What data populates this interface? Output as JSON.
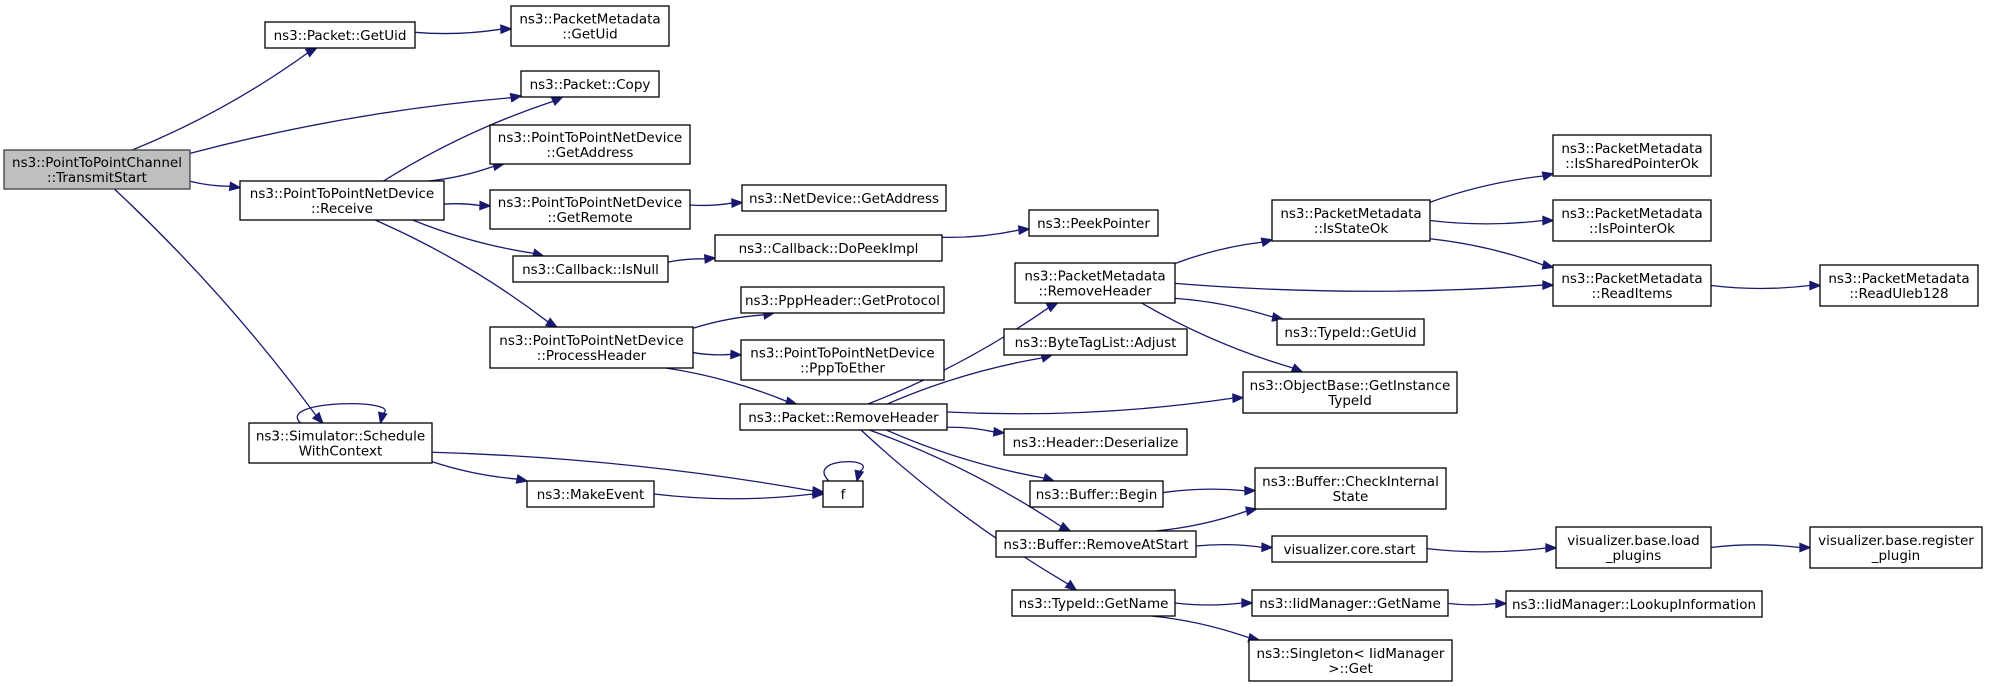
{
  "diagram": {
    "type": "call-graph",
    "nodes": [
      {
        "id": "transmit",
        "lines": [
          "ns3::PointToPointChannel",
          "::TransmitStart"
        ],
        "highlighted": true
      },
      {
        "id": "pkt_uid",
        "lines": [
          "ns3::Packet::GetUid"
        ]
      },
      {
        "id": "pm_uid",
        "lines": [
          "ns3::PacketMetadata",
          "::GetUid"
        ]
      },
      {
        "id": "pkt_copy",
        "lines": [
          "ns3::Packet::Copy"
        ]
      },
      {
        "id": "receive",
        "lines": [
          "ns3::PointToPointNetDevice",
          "::Receive"
        ]
      },
      {
        "id": "getaddr",
        "lines": [
          "ns3::PointToPointNetDevice",
          "::GetAddress"
        ]
      },
      {
        "id": "getremote",
        "lines": [
          "ns3::PointToPointNetDevice",
          "::GetRemote"
        ]
      },
      {
        "id": "nd_getaddr",
        "lines": [
          "ns3::NetDevice::GetAddress"
        ]
      },
      {
        "id": "isnull",
        "lines": [
          "ns3::Callback::IsNull"
        ]
      },
      {
        "id": "dopeek",
        "lines": [
          "ns3::Callback::DoPeekImpl"
        ]
      },
      {
        "id": "peekptr",
        "lines": [
          "ns3::PeekPointer"
        ]
      },
      {
        "id": "prochdr",
        "lines": [
          "ns3::PointToPointNetDevice",
          "::ProcessHeader"
        ]
      },
      {
        "id": "getproto",
        "lines": [
          "ns3::PppHeader::GetProtocol"
        ]
      },
      {
        "id": "ppptoether",
        "lines": [
          "ns3::PointToPointNetDevice",
          "::PppToEther"
        ]
      },
      {
        "id": "removehdr",
        "lines": [
          "ns3::Packet::RemoveHeader"
        ]
      },
      {
        "id": "pm_removehdr",
        "lines": [
          "ns3::PacketMetadata",
          "::RemoveHeader"
        ]
      },
      {
        "id": "pm_isstateok",
        "lines": [
          "ns3::PacketMetadata",
          "::IsStateOk"
        ]
      },
      {
        "id": "pm_isshared",
        "lines": [
          "ns3::PacketMetadata",
          "::IsSharedPointerOk"
        ]
      },
      {
        "id": "pm_isptr",
        "lines": [
          "ns3::PacketMetadata",
          "::IsPointerOk"
        ]
      },
      {
        "id": "pm_readitems",
        "lines": [
          "ns3::PacketMetadata",
          "::ReadItems"
        ]
      },
      {
        "id": "pm_readuleb",
        "lines": [
          "ns3::PacketMetadata",
          "::ReadUleb128"
        ]
      },
      {
        "id": "typeid_uid",
        "lines": [
          "ns3::TypeId::GetUid"
        ]
      },
      {
        "id": "bytetag",
        "lines": [
          "ns3::ByteTagList::Adjust"
        ]
      },
      {
        "id": "getinst",
        "lines": [
          "ns3::ObjectBase::GetInstance",
          "TypeId"
        ]
      },
      {
        "id": "hdr_deser",
        "lines": [
          "ns3::Header::Deserialize"
        ]
      },
      {
        "id": "buf_begin",
        "lines": [
          "ns3::Buffer::Begin"
        ]
      },
      {
        "id": "buf_check",
        "lines": [
          "ns3::Buffer::CheckInternal",
          "State"
        ]
      },
      {
        "id": "buf_remove",
        "lines": [
          "ns3::Buffer::RemoveAtStart"
        ]
      },
      {
        "id": "vis_start",
        "lines": [
          "visualizer.core.start"
        ]
      },
      {
        "id": "vis_load",
        "lines": [
          "visualizer.base.load",
          "_plugins"
        ]
      },
      {
        "id": "vis_reg",
        "lines": [
          "visualizer.base.register",
          "_plugin"
        ]
      },
      {
        "id": "typeid_name",
        "lines": [
          "ns3::TypeId::GetName"
        ]
      },
      {
        "id": "iid_name",
        "lines": [
          "ns3::IidManager::GetName"
        ]
      },
      {
        "id": "iid_lookup",
        "lines": [
          "ns3::IidManager::LookupInformation"
        ]
      },
      {
        "id": "singleton",
        "lines": [
          "ns3::Singleton< IidManager",
          ">::Get"
        ]
      },
      {
        "id": "schedule",
        "lines": [
          "ns3::Simulator::Schedule",
          "WithContext"
        ]
      },
      {
        "id": "makeevent",
        "lines": [
          "ns3::MakeEvent"
        ]
      },
      {
        "id": "f",
        "lines": [
          "f"
        ]
      }
    ],
    "edges": [
      {
        "from": "transmit",
        "to": "pkt_uid"
      },
      {
        "from": "transmit",
        "to": "pkt_copy"
      },
      {
        "from": "transmit",
        "to": "receive"
      },
      {
        "from": "transmit",
        "to": "schedule"
      },
      {
        "from": "pkt_uid",
        "to": "pm_uid"
      },
      {
        "from": "receive",
        "to": "pkt_copy"
      },
      {
        "from": "receive",
        "to": "getaddr"
      },
      {
        "from": "receive",
        "to": "getremote"
      },
      {
        "from": "receive",
        "to": "isnull"
      },
      {
        "from": "receive",
        "to": "prochdr"
      },
      {
        "from": "getremote",
        "to": "nd_getaddr"
      },
      {
        "from": "isnull",
        "to": "dopeek"
      },
      {
        "from": "dopeek",
        "to": "peekptr"
      },
      {
        "from": "prochdr",
        "to": "getproto"
      },
      {
        "from": "prochdr",
        "to": "ppptoether"
      },
      {
        "from": "prochdr",
        "to": "removehdr"
      },
      {
        "from": "removehdr",
        "to": "pm_removehdr"
      },
      {
        "from": "removehdr",
        "to": "bytetag"
      },
      {
        "from": "removehdr",
        "to": "getinst"
      },
      {
        "from": "removehdr",
        "to": "hdr_deser"
      },
      {
        "from": "removehdr",
        "to": "buf_begin"
      },
      {
        "from": "removehdr",
        "to": "buf_remove"
      },
      {
        "from": "removehdr",
        "to": "typeid_name"
      },
      {
        "from": "pm_removehdr",
        "to": "pm_isstateok"
      },
      {
        "from": "pm_removehdr",
        "to": "pm_readitems"
      },
      {
        "from": "pm_removehdr",
        "to": "typeid_uid"
      },
      {
        "from": "pm_removehdr",
        "to": "getinst"
      },
      {
        "from": "pm_isstateok",
        "to": "pm_isshared"
      },
      {
        "from": "pm_isstateok",
        "to": "pm_isptr"
      },
      {
        "from": "pm_isstateok",
        "to": "pm_readitems"
      },
      {
        "from": "pm_readitems",
        "to": "pm_readuleb"
      },
      {
        "from": "buf_begin",
        "to": "buf_check"
      },
      {
        "from": "buf_remove",
        "to": "buf_check"
      },
      {
        "from": "buf_remove",
        "to": "vis_start"
      },
      {
        "from": "vis_start",
        "to": "vis_load"
      },
      {
        "from": "vis_load",
        "to": "vis_reg"
      },
      {
        "from": "typeid_name",
        "to": "iid_name"
      },
      {
        "from": "typeid_name",
        "to": "singleton"
      },
      {
        "from": "iid_name",
        "to": "iid_lookup"
      },
      {
        "from": "schedule",
        "to": "schedule"
      },
      {
        "from": "schedule",
        "to": "makeevent"
      },
      {
        "from": "schedule",
        "to": "f"
      },
      {
        "from": "makeevent",
        "to": "f"
      },
      {
        "from": "f",
        "to": "f"
      }
    ]
  },
  "colors": {
    "edge": "#191970",
    "node_border": "#000000",
    "root_fill": "#bfbfbf",
    "background": "#ffffff"
  }
}
